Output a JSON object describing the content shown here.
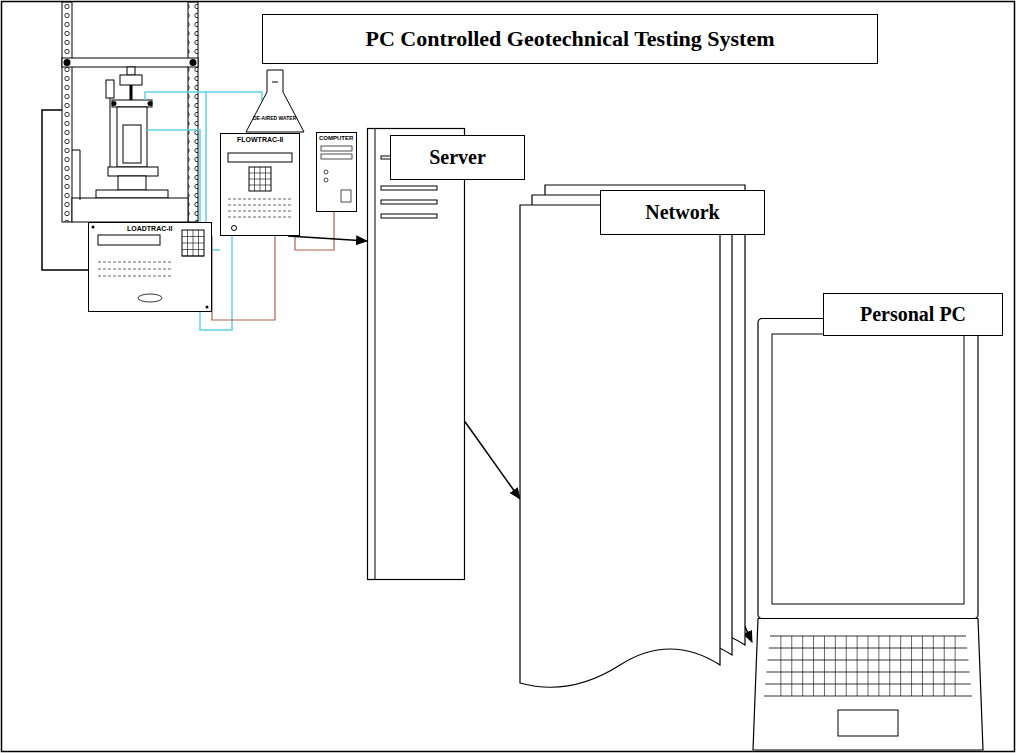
{
  "diagram": {
    "title": "PC Controlled Geotechnical Testing System",
    "nodes": [
      {
        "text": [
          "LOADTRAC-II"
        ]
      },
      {
        "text": [
          "FLOWTRAC-II"
        ]
      },
      {
        "text": [
          "COMPUTER"
        ]
      },
      {
        "text": [
          "Server"
        ]
      },
      {
        "text": [
          "Network"
        ]
      },
      {
        "text": [
          "Personal PC"
        ]
      }
    ],
    "edges": [
      {
        "from": 1,
        "to": 3,
        "arrow": "to"
      },
      {
        "from": 3,
        "to": 4,
        "arrow": "to"
      },
      {
        "from": 4,
        "to": 5,
        "arrow": "to"
      }
    ],
    "labels": [
      "DE-AIRED WATER"
    ]
  }
}
